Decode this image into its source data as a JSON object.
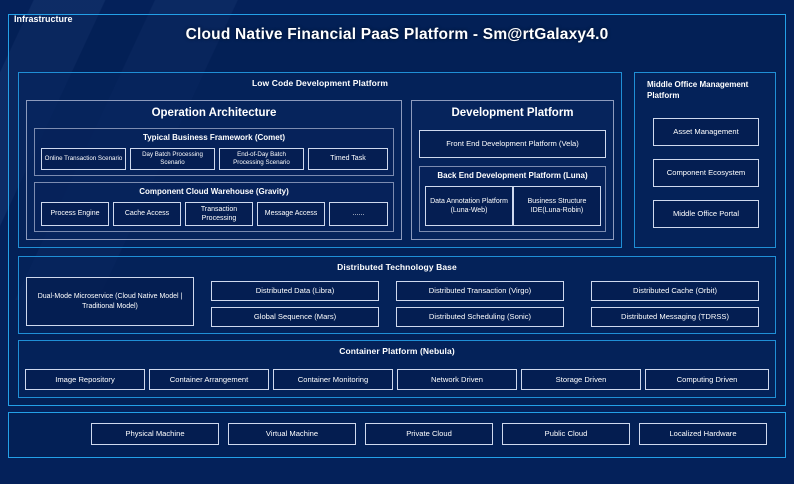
{
  "title": "Cloud Native Financial PaaS Platform - Sm@rtGalaxy4.0",
  "colors": {
    "background": "#04215a",
    "panel_border": "#23a0e8",
    "section_border": "#1f8fd6",
    "group_border": "#8d9bbd",
    "chip_border": "#cfd9ee",
    "text": "#ffffff"
  },
  "low_code": {
    "title": "Low Code Development Platform",
    "operation_architecture": {
      "title": "Operation Architecture",
      "typical_business_framework": {
        "title": "Typical Business Framework (Comet)",
        "items": [
          "Online Transaction Scenario",
          "Day Batch Processing Scenario",
          "End-of-Day Batch Processing Scenario",
          "Timed Task"
        ]
      },
      "component_cloud_warehouse": {
        "title": "Component Cloud Warehouse (Gravity)",
        "items": [
          "Process Engine",
          "Cache Access",
          "Transaction Processing",
          "Message Access",
          "......"
        ]
      }
    },
    "development_platform": {
      "title": "Development Platform",
      "front_end": "Front End Development Platform (Vela)",
      "back_end": {
        "title": "Back End Development Platform (Luna)",
        "items": [
          "Data Annotation Platform (Luna-Web)",
          "Business Structure IDE(Luna-Robin)"
        ]
      }
    }
  },
  "middle_office": {
    "title": "Middle Office Management Platform",
    "items": [
      "Asset Management",
      "Component Ecosystem",
      "Middle Office Portal"
    ]
  },
  "distributed_base": {
    "title": "Distributed Technology Base",
    "highlight": "Dual-Mode Microservice (Cloud Native Model | Traditional Model)",
    "items": [
      "Distributed Data (Libra)",
      "Distributed Transaction (Virgo)",
      "Distributed Cache (Orbit)",
      "Global Sequence (Mars)",
      "Distributed Scheduling (Sonic)",
      "Distributed Messaging (TDRSS)"
    ]
  },
  "container_platform": {
    "title": "Container Platform (Nebula)",
    "items": [
      "Image Repository",
      "Container Arrangement",
      "Container Monitoring",
      "Network Driven",
      "Storage Driven",
      "Computing Driven"
    ]
  },
  "infrastructure": {
    "label": "Infrastructure",
    "items": [
      "Physical Machine",
      "Virtual Machine",
      "Private Cloud",
      "Public Cloud",
      "Localized Hardware"
    ]
  }
}
